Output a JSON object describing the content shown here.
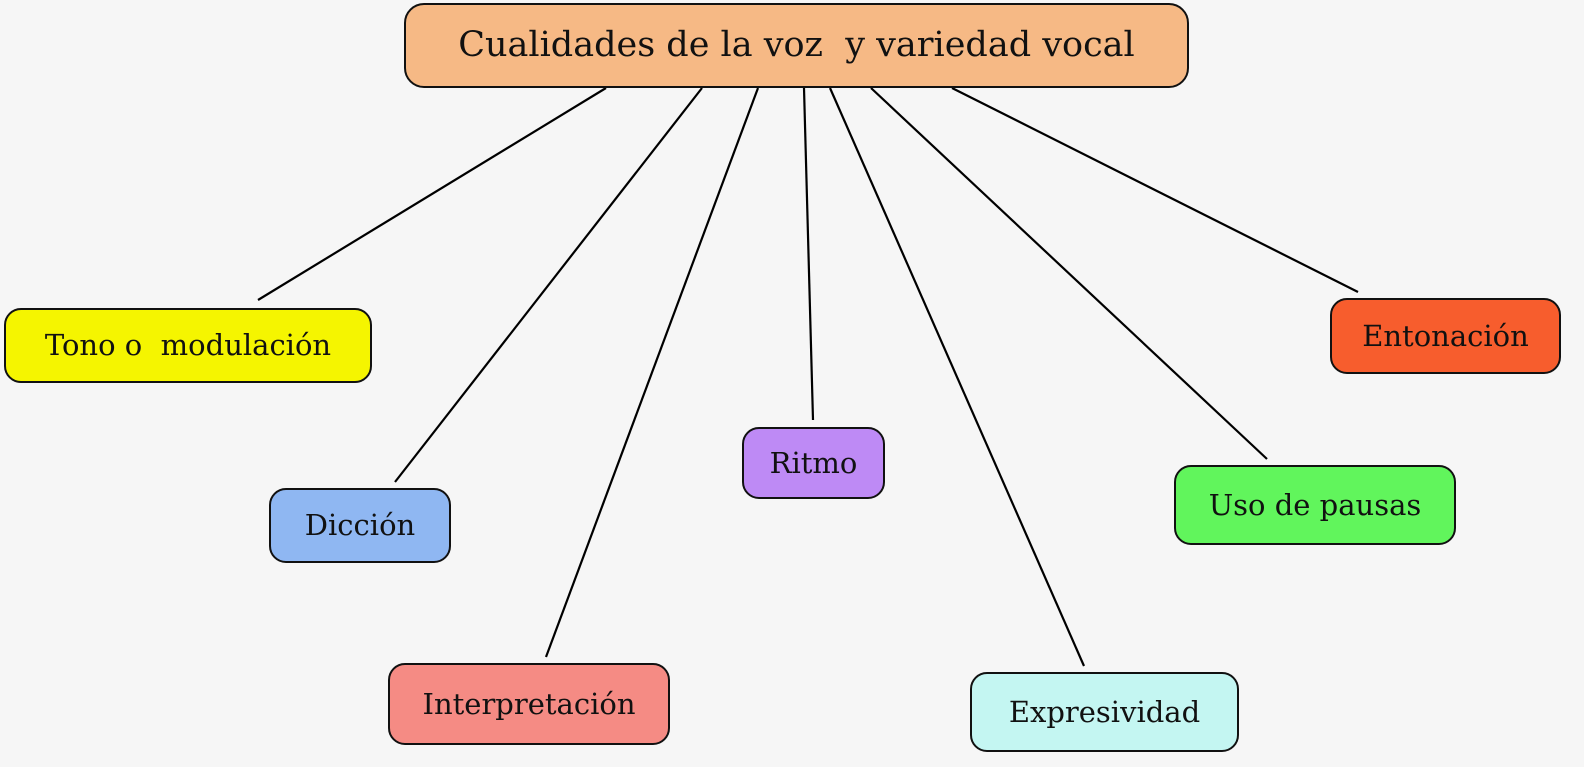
{
  "diagram": {
    "root": {
      "label": "Cualidades de la voz  y variedad vocal",
      "color": "#f6b985"
    },
    "children": [
      {
        "id": "tono",
        "label": "Tono o  modulación",
        "color": "#f5f500"
      },
      {
        "id": "diccion",
        "label": "Dicción",
        "color": "#8fb7f2"
      },
      {
        "id": "interpretacion",
        "label": "Interpretación",
        "color": "#f58b84"
      },
      {
        "id": "ritmo",
        "label": "Ritmo",
        "color": "#be8af5"
      },
      {
        "id": "expresividad",
        "label": "Expresividad",
        "color": "#c4f6f2"
      },
      {
        "id": "pausas",
        "label": "Uso de pausas",
        "color": "#61f55c"
      },
      {
        "id": "entonacion",
        "label": "Entonación",
        "color": "#f75d2d"
      }
    ],
    "line_color": "#000000"
  }
}
